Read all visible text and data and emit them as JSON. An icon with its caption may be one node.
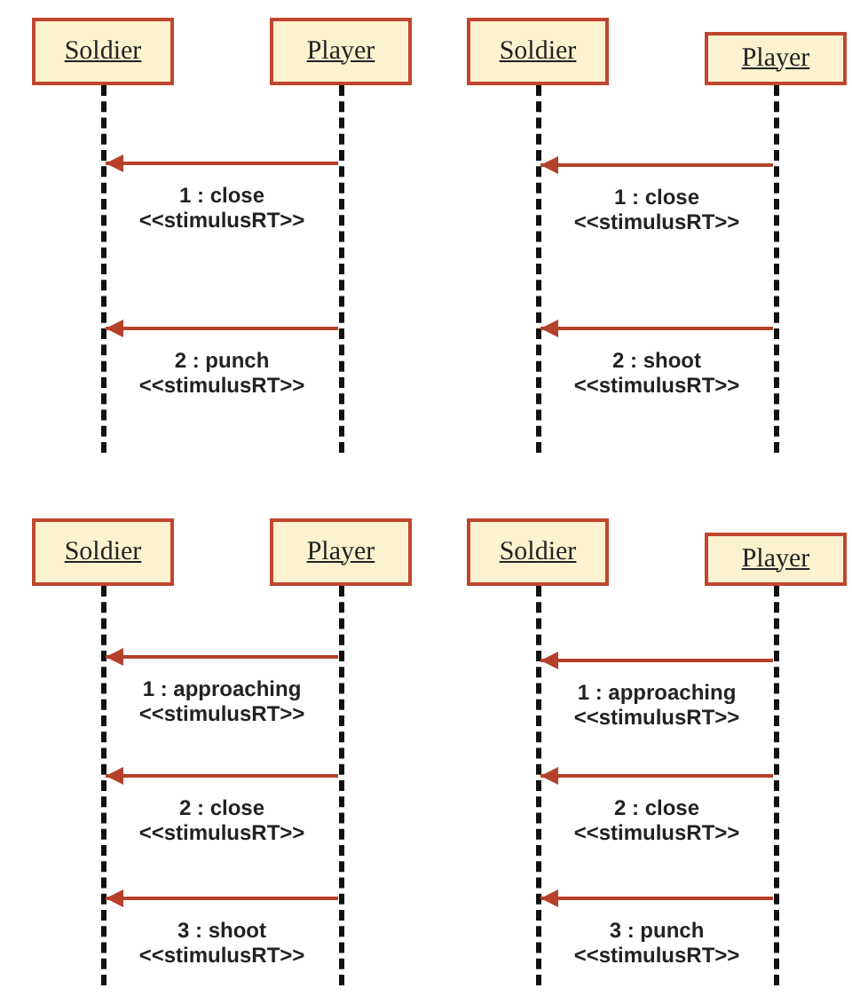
{
  "diagram": {
    "nodes": [
      {
        "text": [
          "Soldier"
        ]
      },
      {
        "text": [
          "Player"
        ]
      },
      {
        "text": [],
        "shape": "bar"
      },
      {
        "text": [],
        "shape": "bar"
      },
      {
        "text": [
          "Soldier"
        ]
      },
      {
        "text": [
          "Player"
        ]
      },
      {
        "text": [],
        "shape": "bar"
      },
      {
        "text": [],
        "shape": "bar"
      },
      {
        "text": [
          "Soldier"
        ]
      },
      {
        "text": [
          "Player"
        ]
      },
      {
        "text": [],
        "shape": "bar"
      },
      {
        "text": [],
        "shape": "bar"
      },
      {
        "text": [
          "Soldier"
        ]
      },
      {
        "text": [
          "Player"
        ]
      },
      {
        "text": [],
        "shape": "bar"
      },
      {
        "text": [],
        "shape": "bar"
      }
    ],
    "edges": [
      {
        "from": 3,
        "to": 2,
        "arrow": "to",
        "label": "1 : close <<stimulusRT>>"
      },
      {
        "from": 3,
        "to": 2,
        "arrow": "to",
        "label": "2 : punch <<stimulusRT>>"
      },
      {
        "from": 7,
        "to": 6,
        "arrow": "to",
        "label": "1 : close <<stimulusRT>>"
      },
      {
        "from": 7,
        "to": 6,
        "arrow": "to",
        "label": "2 : shoot <<stimulusRT>>"
      },
      {
        "from": 11,
        "to": 10,
        "arrow": "to",
        "label": "1 : approaching <<stimulusRT>>"
      },
      {
        "from": 11,
        "to": 10,
        "arrow": "to",
        "label": "2 : close <<stimulusRT>>"
      },
      {
        "from": 11,
        "to": 10,
        "arrow": "to",
        "label": "3 : shoot <<stimulusRT>>"
      },
      {
        "from": 15,
        "to": 14,
        "arrow": "to",
        "label": "1 : approaching <<stimulusRT>>"
      },
      {
        "from": 15,
        "to": 14,
        "arrow": "to",
        "label": "2 : close <<stimulusRT>>"
      },
      {
        "from": 15,
        "to": 14,
        "arrow": "to",
        "label": "3 : punch <<stimulusRT>>"
      }
    ]
  }
}
